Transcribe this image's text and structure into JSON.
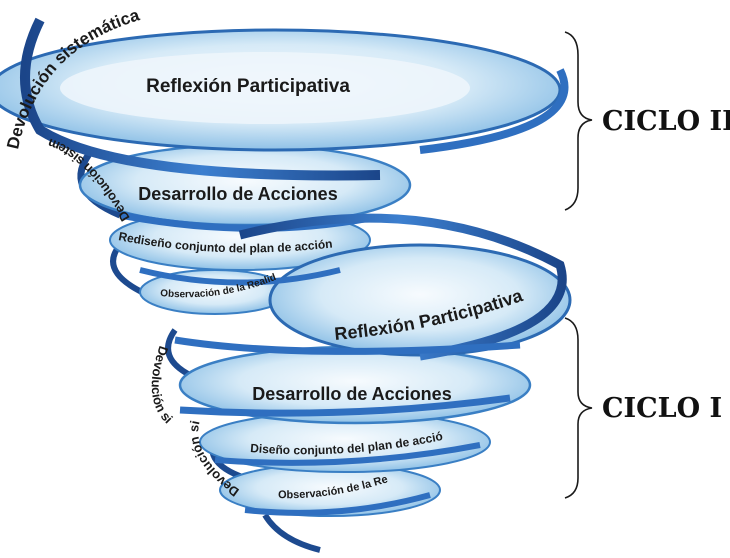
{
  "colors": {
    "ribbon_dark": "#1d4a8f",
    "ribbon_mid": "#2f6fc0",
    "ribbon_light": "#6fa6e0",
    "disc_center": "#f4f9fd",
    "disc_edge": "#8ec3e8",
    "disc_rim": "#3a7fc4"
  },
  "cycle_2": {
    "label": "CICLO II",
    "stages": [
      "Reflexión Participativa",
      "Desarrollo de Acciones",
      "Rediseño conjunto del plan de acción",
      "Observación de la Realidad"
    ],
    "ribbon_labels": [
      "Devolución sistemática",
      "Devolución sistemática"
    ]
  },
  "cycle_1": {
    "label": "CICLO I",
    "stages": [
      "Reflexión Participativa",
      "Desarrollo de Acciones",
      "Diseño conjunto del plan de acción",
      "Observación de la Realidad"
    ],
    "ribbon_labels": [
      "Devolución sistemática",
      "Devolución sistemática"
    ]
  }
}
